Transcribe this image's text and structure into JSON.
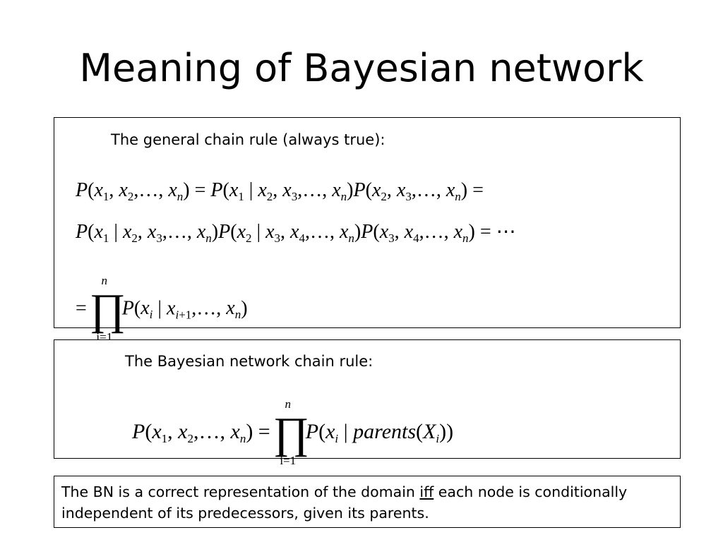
{
  "slide": {
    "title": "Meaning of Bayesian network"
  },
  "general_box": {
    "caption": "The general chain rule (always true):",
    "line1": "P(x1, x2, …, xn) = P(x1 | x2, x3, …, xn) P(x2, x3, …, xn) =",
    "line2": "P(x1 | x2, x3, …, xn) P(x2 | x3, x4, …, xn) P(x3, x4, …, xn) = ⋯",
    "line3": "= ∏_{i=1}^{n} P(xi | xi+1, …, xn)",
    "product_upper": "n",
    "product_lower": "i=1"
  },
  "bn_box": {
    "caption": "The Bayesian network chain rule:",
    "formula": "P(x1, x2, …, xn) = ∏_{i=1}^{n} P(xi | parents(Xi))",
    "product_upper": "n",
    "product_lower": "i=1"
  },
  "note_box": {
    "text_before": "The BN is a correct representation of the domain ",
    "emphasis": "iff",
    "text_after": " each node is conditionally independent of its predecessors, given its parents."
  }
}
